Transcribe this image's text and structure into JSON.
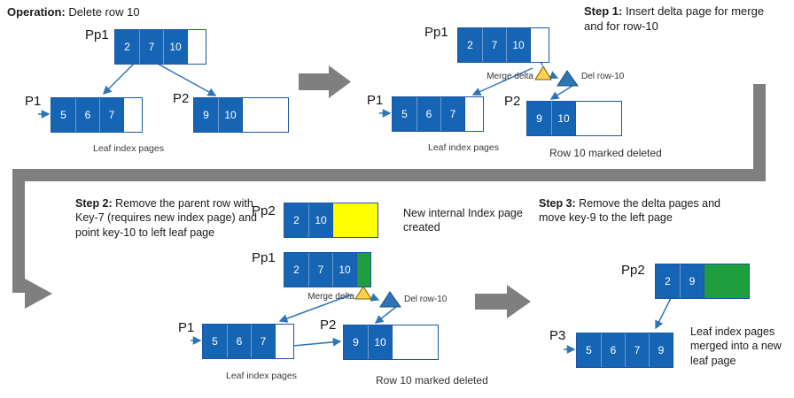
{
  "colors": {
    "cell_blue": "#1565b4",
    "cell_yellow": "#ffff00",
    "cell_green": "#1f9e3d",
    "page_border": "#1a57a5",
    "arrow_blue": "#2e75b6",
    "arrow_gray": "#7f7f7f",
    "delta_yellow": "#ffd34d",
    "delta_blue": "#2e75b6"
  },
  "op": {
    "title_bold": "Operation:",
    "title_rest": " Delete row 10",
    "pp1_label": "Pp1",
    "pp1_cells": [
      "2",
      "7",
      "10"
    ],
    "p1_label": "P1",
    "p1_cells": [
      "5",
      "6",
      "7"
    ],
    "p2_label": "P2",
    "p2_cells": [
      "9",
      "10"
    ],
    "caption_leaf": "Leaf index pages"
  },
  "step1": {
    "title_bold": "Step 1:",
    "title_rest": " Insert delta page for merge and for row-10",
    "pp1_label": "Pp1",
    "pp1_cells": [
      "2",
      "7",
      "10"
    ],
    "merge_delta": "Merge delta",
    "del_row": "Del row-10",
    "p1_label": "P1",
    "p1_cells": [
      "5",
      "6",
      "7"
    ],
    "p2_label": "P2",
    "p2_cells": [
      "9",
      "10"
    ],
    "caption_leaf": "Leaf index pages",
    "caption_deleted": "Row 10 marked deleted"
  },
  "step2": {
    "title_bold": "Step 2:",
    "title_rest": " Remove the parent row with Key-7 (requires new index page) and point key-10 to left leaf page",
    "pp2_label": "Pp2",
    "pp2_cells": [
      "2",
      "10"
    ],
    "note_new_page": "New internal Index page created",
    "pp1_label": "Pp1",
    "pp1_cells": [
      "2",
      "7",
      "10"
    ],
    "merge_delta": "Merge delta",
    "del_row": "Del row-10",
    "p1_label": "P1",
    "p1_cells": [
      "5",
      "6",
      "7"
    ],
    "p2_label": "P2",
    "p2_cells": [
      "9",
      "10"
    ],
    "caption_leaf": "Leaf index pages",
    "caption_deleted": "Row 10 marked deleted"
  },
  "step3": {
    "title_bold": "Step 3:",
    "title_rest": " Remove the delta pages and move key-9 to the left page",
    "pp2_label": "Pp2",
    "pp2_cells": [
      "2",
      "9"
    ],
    "p3_label": "P3",
    "p3_cells": [
      "5",
      "6",
      "7",
      "9"
    ],
    "caption_merged": "Leaf index pages merged into a new leaf page"
  }
}
